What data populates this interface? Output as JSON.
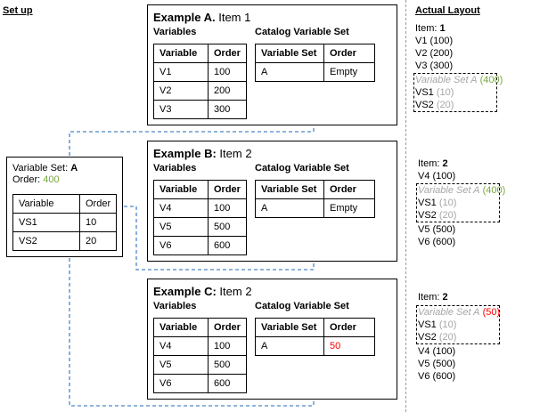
{
  "setup_heading": "Set up",
  "actual_heading": "Actual Layout",
  "colors": {
    "green": "#76a73b",
    "red": "#ff0000",
    "connector": "#4a86c8",
    "grey": "#a6a6a6"
  },
  "setup_box": {
    "title_prefix": "Variable Set: ",
    "title_value": "A",
    "order_prefix": "Order: ",
    "order_value": "400",
    "headers": [
      "Variable",
      "Order"
    ],
    "rows": [
      [
        "VS1",
        "10"
      ],
      [
        "VS2",
        "20"
      ]
    ]
  },
  "examples": [
    {
      "title_bold": "Example A.",
      "title_rest": " Item 1",
      "variables_label": "Variables",
      "catalog_label": "Catalog Variable Set",
      "var_headers": [
        "Variable",
        "Order"
      ],
      "var_rows": [
        [
          "V1",
          "100"
        ],
        [
          "V2",
          "200"
        ],
        [
          "V3",
          "300"
        ]
      ],
      "cat_headers": [
        "Variable Set",
        "Order"
      ],
      "cat_rows": [
        [
          "A",
          "Empty"
        ]
      ]
    },
    {
      "title_bold": "Example B:",
      "title_rest": " Item 2",
      "variables_label": "Variables",
      "catalog_label": "Catalog Variable Set",
      "var_headers": [
        "Variable",
        "Order"
      ],
      "var_rows": [
        [
          "V4",
          "100"
        ],
        [
          "V5",
          "500"
        ],
        [
          "V6",
          "600"
        ]
      ],
      "cat_headers": [
        "Variable Set",
        "Order"
      ],
      "cat_rows": [
        [
          "A",
          "Empty"
        ]
      ]
    },
    {
      "title_bold": "Example C:",
      "title_rest": " Item 2",
      "variables_label": "Variables",
      "catalog_label": "Catalog Variable Set",
      "var_headers": [
        "Variable",
        "Order"
      ],
      "var_rows": [
        [
          "V4",
          "100"
        ],
        [
          "V5",
          "500"
        ],
        [
          "V6",
          "600"
        ]
      ],
      "cat_headers": [
        "Variable Set",
        "Order"
      ],
      "cat_rows": [
        [
          "A",
          "50"
        ]
      ]
    }
  ],
  "layouts": [
    {
      "item_label": "Item: ",
      "item_value": "1",
      "before": [
        "V1 (100)",
        "V2 (200)",
        "V3 (300)"
      ],
      "set_name": "Variable Set A",
      "set_order": "(400)",
      "set_order_color": "green",
      "set_vars": [
        {
          "name": "VS1",
          "order": "(10)"
        },
        {
          "name": "VS2",
          "order": "(20)"
        }
      ],
      "after": []
    },
    {
      "item_label": "Item: ",
      "item_value": "2",
      "before": [
        "V4 (100)"
      ],
      "set_name": "Variable Set A",
      "set_order": "(400)",
      "set_order_color": "green",
      "set_vars": [
        {
          "name": "VS1",
          "order": "(10)"
        },
        {
          "name": "VS2",
          "order": "(20)"
        }
      ],
      "after": [
        "V5 (500)",
        "V6 (600)"
      ]
    },
    {
      "item_label": "Item: ",
      "item_value": "2",
      "before": [],
      "set_name": "Variable Set A",
      "set_order": "(50)",
      "set_order_color": "red",
      "set_vars": [
        {
          "name": "VS1",
          "order": "(10)"
        },
        {
          "name": "VS2",
          "order": "(20)"
        }
      ],
      "after": [
        "V4 (100)",
        "V5 (500)",
        "V6 (600)"
      ]
    }
  ]
}
